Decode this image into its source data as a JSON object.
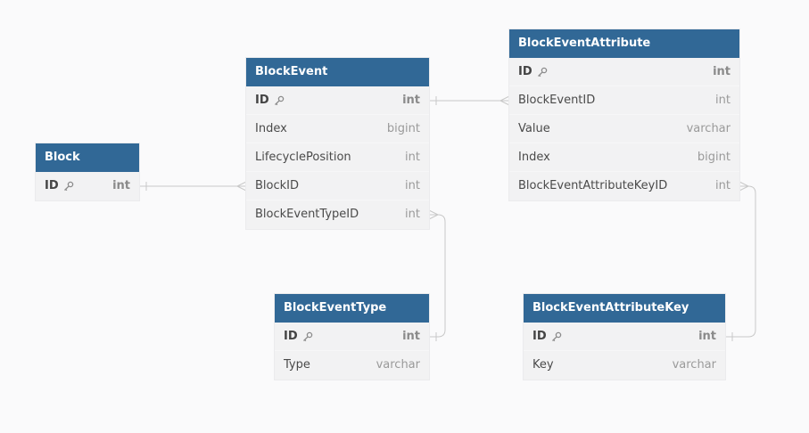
{
  "tables": [
    {
      "key": "Block",
      "name": "Block",
      "fields": [
        {
          "name": "ID",
          "type": "int",
          "pk": true
        }
      ]
    },
    {
      "key": "BlockEvent",
      "name": "BlockEvent",
      "fields": [
        {
          "name": "ID",
          "type": "int",
          "pk": true
        },
        {
          "name": "Index",
          "type": "bigint",
          "pk": false
        },
        {
          "name": "LifecyclePosition",
          "type": "int",
          "pk": false
        },
        {
          "name": "BlockID",
          "type": "int",
          "pk": false
        },
        {
          "name": "BlockEventTypeID",
          "type": "int",
          "pk": false
        }
      ]
    },
    {
      "key": "BlockEventAttribute",
      "name": "BlockEventAttribute",
      "fields": [
        {
          "name": "ID",
          "type": "int",
          "pk": true
        },
        {
          "name": "BlockEventID",
          "type": "int",
          "pk": false
        },
        {
          "name": "Value",
          "type": "varchar",
          "pk": false
        },
        {
          "name": "Index",
          "type": "bigint",
          "pk": false
        },
        {
          "name": "BlockEventAttributeKeyID",
          "type": "int",
          "pk": false
        }
      ]
    },
    {
      "key": "BlockEventType",
      "name": "BlockEventType",
      "fields": [
        {
          "name": "ID",
          "type": "int",
          "pk": true
        },
        {
          "name": "Type",
          "type": "varchar",
          "pk": false
        }
      ]
    },
    {
      "key": "BlockEventAttributeKey",
      "name": "BlockEventAttributeKey",
      "fields": [
        {
          "name": "ID",
          "type": "int",
          "pk": true
        },
        {
          "name": "Key",
          "type": "varchar",
          "pk": false
        }
      ]
    }
  ],
  "relations": [
    {
      "from_table": "Block",
      "from_field": "ID",
      "from_card": "one",
      "to_table": "BlockEvent",
      "to_field": "BlockID",
      "to_card": "many"
    },
    {
      "from_table": "BlockEvent",
      "from_field": "ID",
      "from_card": "one",
      "to_table": "BlockEventAttribute",
      "to_field": "BlockEventID",
      "to_card": "many"
    },
    {
      "from_table": "BlockEventType",
      "from_field": "ID",
      "from_card": "one",
      "to_table": "BlockEvent",
      "to_field": "BlockEventTypeID",
      "to_card": "many"
    },
    {
      "from_table": "BlockEventAttributeKey",
      "from_field": "ID",
      "from_card": "one",
      "to_table": "BlockEventAttribute",
      "to_field": "BlockEventAttributeKeyID",
      "to_card": "many"
    }
  ],
  "colors": {
    "header": "#316896",
    "header_text": "#ffffff",
    "connector": "#c8c8c8",
    "background": "#fafafb"
  }
}
